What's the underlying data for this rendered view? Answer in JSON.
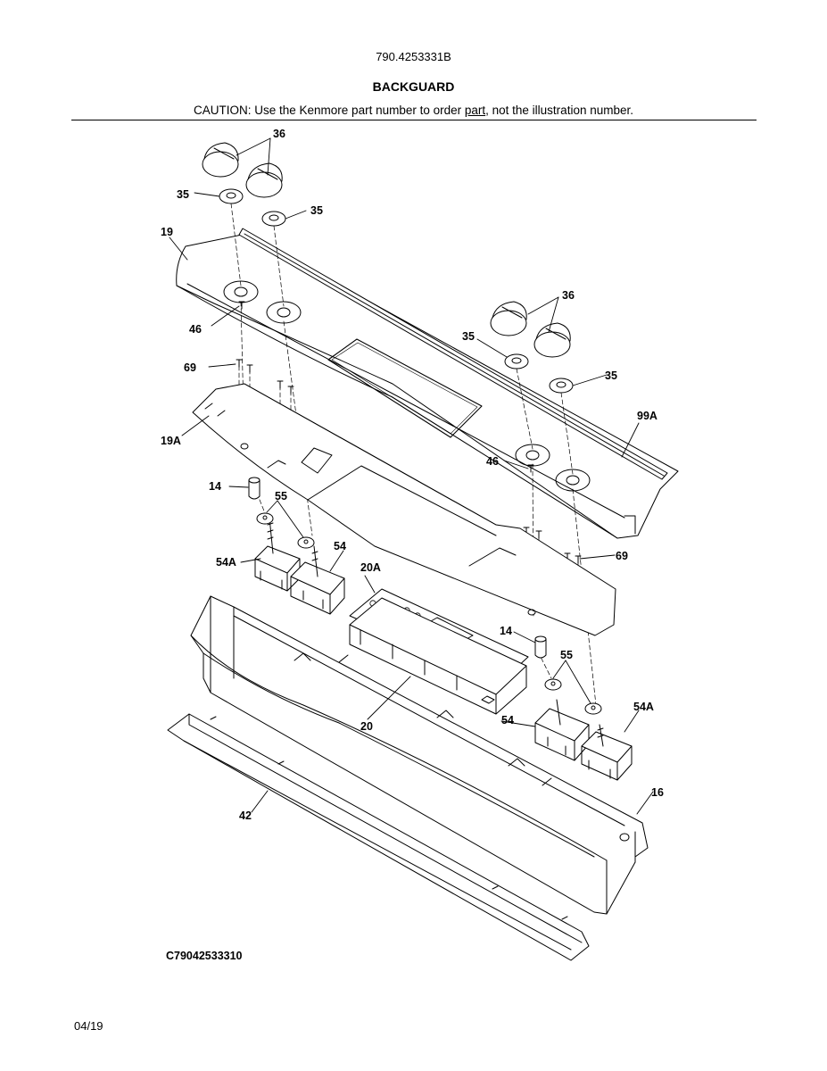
{
  "header": {
    "model_number": "790.4253331B",
    "section_title": "BACKGUARD",
    "caution_prefix": "CAUTION: Use the Kenmore part number to order ",
    "caution_link": "part",
    "caution_suffix": ", not the illustration number."
  },
  "callouts": {
    "c36a": "36",
    "c35a": "35",
    "c35b": "35",
    "c19": "19",
    "c46a": "46",
    "c69a": "69",
    "c19a": "19A",
    "c14a": "14",
    "c55a": "55",
    "c54a_left": "54A",
    "c54_left": "54",
    "c20a": "20A",
    "c20": "20",
    "c36b": "36",
    "c35c": "35",
    "c35d": "35",
    "c99a": "99A",
    "c46b": "46",
    "c69b": "69",
    "c14b": "14",
    "c55b": "55",
    "c54a_right": "54A",
    "c54_right": "54",
    "c16": "16",
    "c42": "42"
  },
  "footer": {
    "drawing_id": "C79042533310",
    "date": "04/19"
  }
}
